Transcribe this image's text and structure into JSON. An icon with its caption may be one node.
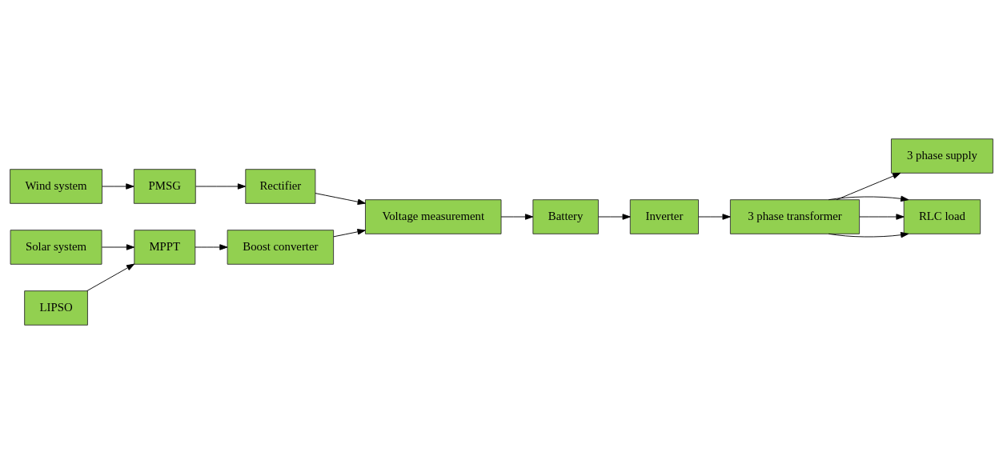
{
  "diagram": {
    "nodes": [
      {
        "text": [
          "3 phase supply"
        ]
      },
      {
        "text": [
          "Wind system"
        ]
      },
      {
        "text": [
          "PMSG"
        ]
      },
      {
        "text": [
          "Rectifier"
        ]
      },
      {
        "text": [
          "Voltage measurement"
        ]
      },
      {
        "text": [
          "Battery"
        ]
      },
      {
        "text": [
          "Inverter"
        ]
      },
      {
        "text": [
          "Solar system"
        ]
      },
      {
        "text": [
          "MPPT"
        ]
      },
      {
        "text": [
          "Boost converter"
        ]
      },
      {
        "text": [
          "RLC load"
        ]
      },
      {
        "text": [
          "3 phase transformer"
        ]
      },
      {
        "text": [
          "LIPSO"
        ]
      }
    ],
    "edges": [
      {
        "from": 1,
        "to": 2,
        "arrow": "to"
      },
      {
        "from": 2,
        "to": 3,
        "arrow": "to"
      },
      {
        "from": 3,
        "to": 4,
        "arrow": "to"
      },
      {
        "from": 9,
        "to": 4,
        "arrow": "to"
      },
      {
        "from": 4,
        "to": 5,
        "arrow": "to"
      },
      {
        "from": 5,
        "to": 6,
        "arrow": "to"
      },
      {
        "from": 6,
        "to": 11,
        "arrow": "to"
      },
      {
        "from": 7,
        "to": 8,
        "arrow": "to"
      },
      {
        "from": 12,
        "to": 8,
        "arrow": "to"
      },
      {
        "from": 8,
        "to": 9,
        "arrow": "to"
      },
      {
        "from": 11,
        "to": 10,
        "arrow": "to"
      },
      {
        "from": 11,
        "to": 10,
        "arrow": "to"
      },
      {
        "from": 11,
        "to": 10,
        "arrow": "to"
      },
      {
        "from": 11,
        "to": 0,
        "arrow": "to"
      }
    ]
  }
}
